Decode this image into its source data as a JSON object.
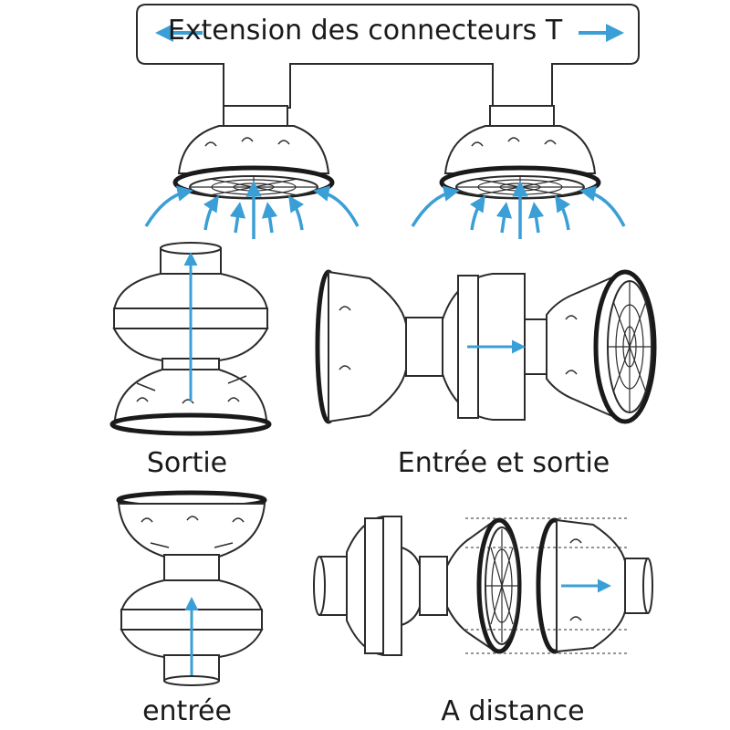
{
  "title": "Extension des connecteurs T",
  "labels": {
    "outlet": "Sortie",
    "inlet_outlet": "Entrée et sortie",
    "inlet": "entrée",
    "remote": "A distance"
  },
  "colors": {
    "line": "#2b2b2b",
    "arrow": "#3a9fd6",
    "gasket": "#1a1a1a",
    "fill": "#ffffff"
  },
  "icons": [
    "arrow-left-icon",
    "arrow-right-icon",
    "flow-arrow-icon"
  ]
}
